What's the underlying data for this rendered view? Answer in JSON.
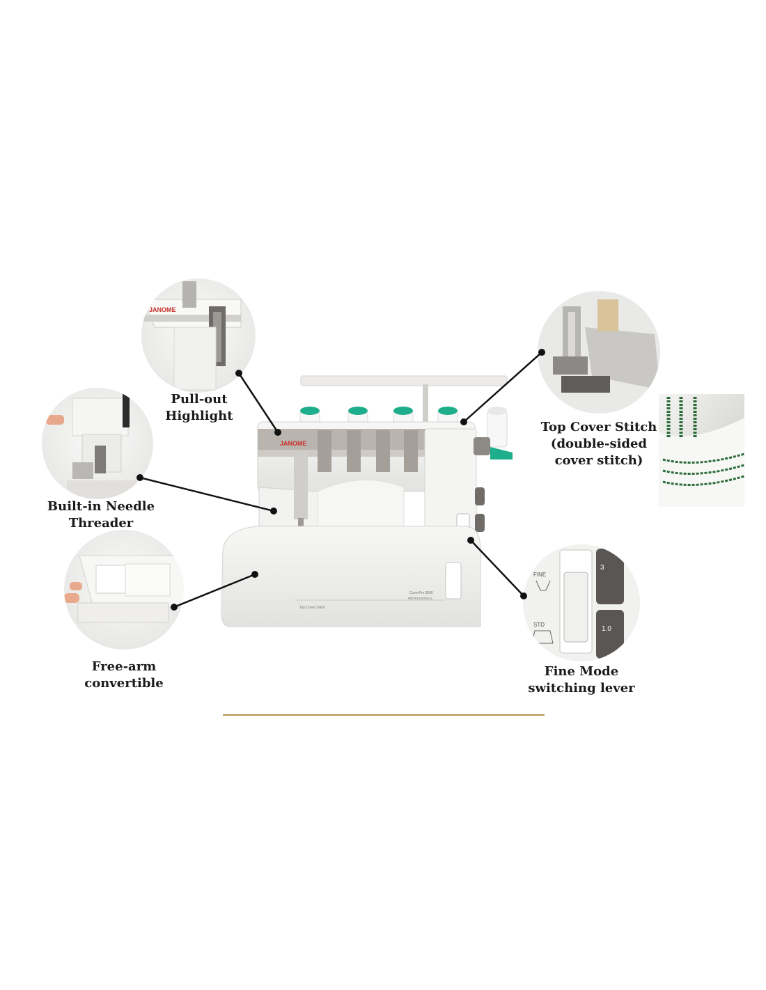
{
  "colors": {
    "callout_line": "#111111",
    "divider": "#b8914a",
    "spool_green": "#1fae8c",
    "machine_body": "#f1f1f0",
    "machine_panel": "#b9b4ae",
    "brand_red": "#c8312c"
  },
  "machine": {
    "brand": "JANOME",
    "model": "CoverPro 3000",
    "series": "PROFESSIONAL",
    "base_text": "Top Cover Stitch"
  },
  "insets": {
    "pullout": {
      "brand": "JANOME"
    },
    "fine_mode": {
      "fine": "FINE",
      "std": "STD",
      "dial_top": "3",
      "dial_bottom": "1.0"
    }
  },
  "callouts": {
    "pullout_highlight": {
      "line1": "Pull-out",
      "line2": "Highlight"
    },
    "needle_threader": {
      "line1": "Built-in Needle",
      "line2": "Threader"
    },
    "free_arm": {
      "line1": "Free-arm",
      "line2": "convertible"
    },
    "top_cover_stitch": {
      "line1": "Top Cover Stitch",
      "line2": "(double-sided",
      "line3": "cover stitch)"
    },
    "fine_mode": {
      "line1": "Fine Mode",
      "line2": "switching lever"
    }
  }
}
